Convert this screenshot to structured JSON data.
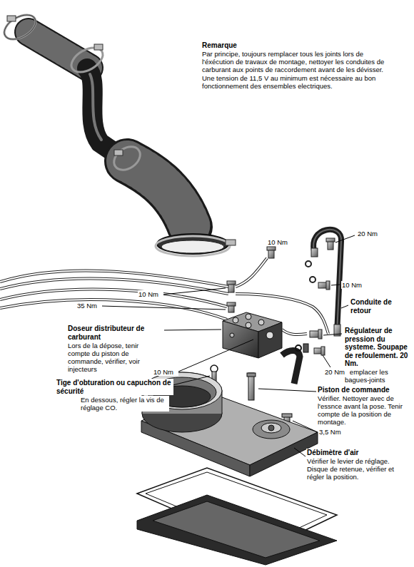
{
  "diagram": {
    "labels": [
      "Remarque",
      "Par principe, toujours remplacer tous les joints lors de l'éxécution de travaux de montage, nettoyer les conduites de carburant aux points de raccordement avant de les dévisser.",
      "Une tension de 11,5 V au minimum est nécessaire au bon fonctionnement des ensembles electriques.",
      "10 Nm",
      "20 Nm",
      "10 Nm",
      "10 Nm",
      "35 Nm",
      "Conduite de retour",
      "Doseur distributeur de carburant",
      "Lors de la dépose, tenir compte du piston de commande, vérifier, voir injecteurs",
      "Régulateur de pression du systeme. Soupape de refoulement. 20 Nm.",
      "Remplacer les bagues-joints",
      "10 Nm",
      "20 Nm",
      "Tige d'obturation ou capuchon de sécurité",
      "En dessous, régler la vis de réglage CO.",
      "Piston de commande",
      "Vérifier. Nettoyer avec de l'essnce avant la pose. Tenir compte de la position de montage.",
      "3,5 Nm",
      "Débimètre d'air",
      "Vérifier le levier de réglage. Disque de retenue, vérifier et régler la position."
    ]
  }
}
